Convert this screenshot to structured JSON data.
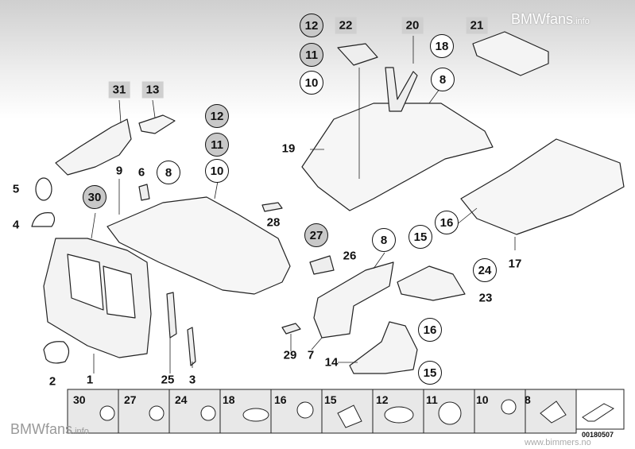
{
  "watermark": {
    "brand": "BMWfans",
    "suffix": ".info"
  },
  "site": "www.bimmers.no",
  "diagram_code": "00180507",
  "callouts": [
    {
      "id": "31",
      "style": "box"
    },
    {
      "id": "13",
      "style": "box"
    },
    {
      "id": "12",
      "style": "circ-grey"
    },
    {
      "id": "11",
      "style": "circ-grey"
    },
    {
      "id": "10",
      "style": "circ"
    },
    {
      "id": "9",
      "style": "plain"
    },
    {
      "id": "6",
      "style": "plain"
    },
    {
      "id": "8",
      "style": "circ"
    },
    {
      "id": "5",
      "style": "plain"
    },
    {
      "id": "4",
      "style": "plain"
    },
    {
      "id": "30",
      "style": "circ-grey"
    },
    {
      "id": "28",
      "style": "plain"
    },
    {
      "id": "27",
      "style": "circ-grey"
    },
    {
      "id": "26",
      "style": "plain"
    },
    {
      "id": "1",
      "style": "plain"
    },
    {
      "id": "2",
      "style": "plain"
    },
    {
      "id": "25",
      "style": "plain"
    },
    {
      "id": "3",
      "style": "plain"
    },
    {
      "id": "29",
      "style": "plain"
    },
    {
      "id": "7",
      "style": "plain"
    },
    {
      "id": "14",
      "style": "plain"
    },
    {
      "id": "15",
      "style": "circ"
    },
    {
      "id": "16",
      "style": "circ"
    },
    {
      "id": "24",
      "style": "circ"
    },
    {
      "id": "23",
      "style": "plain"
    },
    {
      "id": "17",
      "style": "plain"
    },
    {
      "id": "19",
      "style": "plain"
    },
    {
      "id": "22",
      "style": "box"
    },
    {
      "id": "20",
      "style": "box"
    },
    {
      "id": "21",
      "style": "box"
    },
    {
      "id": "18",
      "style": "circ"
    }
  ],
  "strip": [
    "30",
    "27",
    "24",
    "18",
    "16",
    "15",
    "12",
    "11",
    "10",
    "8"
  ]
}
